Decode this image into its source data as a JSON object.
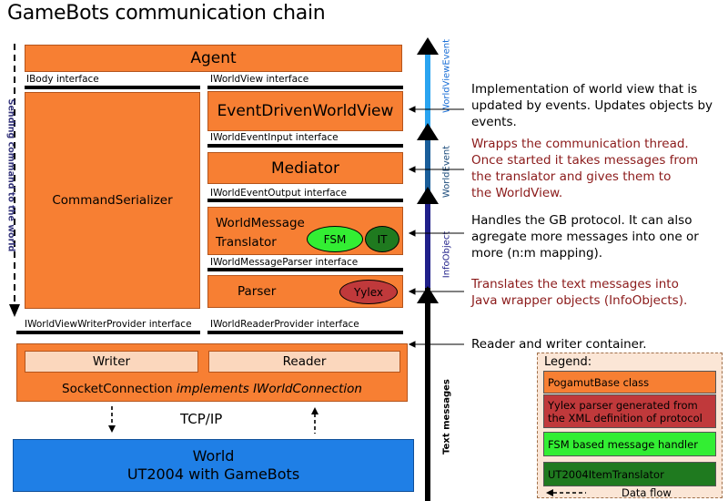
{
  "title": "GameBots communication chain",
  "side_label": "Sending command to the world",
  "boxes": {
    "agent": "Agent",
    "command_serializer": "CommandSerializer",
    "event_driven_world_view": "EventDrivenWorldView",
    "mediator": "Mediator",
    "world_message_translator_line1": "WorldMessage",
    "world_message_translator_line2": "Translator",
    "fsm": "FSM",
    "it": "IT",
    "parser": "Parser",
    "yylex": "Yylex",
    "writer": "Writer",
    "reader": "Reader",
    "socket_prefix": "SocketConnection ",
    "socket_implements": "implements IWorldConnection",
    "tcpip": "TCP/IP",
    "world_line1": "World",
    "world_line2": "UT2004 with GameBots"
  },
  "interfaces": {
    "ibody": "IBody interface",
    "iworldview": "IWorldView interface",
    "iworldeventinput": "IWorldEventInput interface",
    "iworldeventoutput": "IWorldEventOutput interface",
    "iworldmessageparser": "IWorldMessageParser interface",
    "iworldviewwriterprovider": "IWorldViewWriterProvider interface",
    "iworldreaderprovider": "IWorldReaderProvider interface"
  },
  "arrow_labels": {
    "world_view_event": "WorldViewEvent",
    "world_event": "WorldEvent",
    "info_object": "InfoObject",
    "text_messages": "Text messages"
  },
  "descriptions": {
    "world_view": [
      "Implementation of world view that is",
      "updated by events. Updates objects by",
      "events."
    ],
    "mediator": [
      "Wrapps the communication thread.",
      "Once started it takes messages from",
      "the translator and gives them to",
      "the WorldView."
    ],
    "translator": [
      "Handles the GB protocol. It can also",
      "agregate more messages into one or",
      "more (n:m mapping)."
    ],
    "parser": [
      "Translates the text messages into",
      "Java wrapper objects (InfoObjects)."
    ],
    "container": [
      "Reader and writer container."
    ]
  },
  "legend": {
    "title": "Legend:",
    "items": [
      {
        "label": "PogamutBase class",
        "color": "#f77f33"
      },
      {
        "label": "Yylex parser generated from the XML definition of protocol",
        "color": "#c0393b"
      },
      {
        "label": "FSM based message handler",
        "color": "#33ee33"
      },
      {
        "label": "UT2004ItemTranslator",
        "color": "#1f7a1f"
      }
    ],
    "data_flow": "Data flow"
  },
  "colors": {
    "pogamut": "#f77f33",
    "reader_writer": "#fbd7bd",
    "world": "#1f7fe6",
    "yylex": "#c0393b",
    "fsm": "#33ee33",
    "it": "#1f7a1f"
  }
}
